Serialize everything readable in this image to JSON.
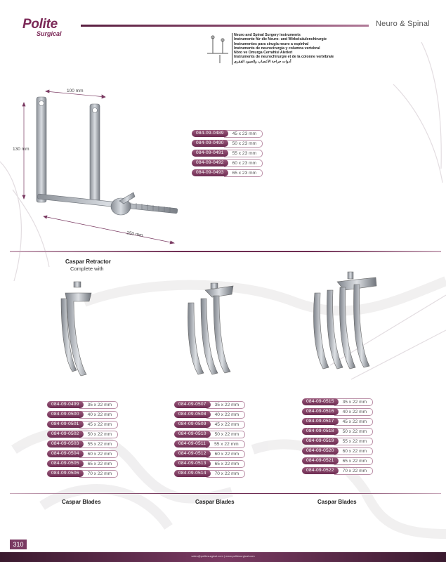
{
  "header": {
    "brand": "Polite",
    "brand_sub": "Surgical",
    "section": "Neuro & Spinal"
  },
  "multilingual": [
    "Neuro and Spinal Surgery instruments",
    "Instrumente für die Neuro- und Wirbelsäulenchirurgie",
    "Instrumentos para cirugía neuro a espinhal",
    "Instruments de neurocirurgia y columna vertebral",
    "Nöro ve Omurga Cerrahisi Aletleri",
    "Instruments de neurochirurgie et de la colonne vertébrale",
    "أدوات جراحة الأعصاب والعمود الفقري"
  ],
  "retractor": {
    "dim_width": "100 mm",
    "dim_height": "130 mm",
    "dim_length": "150 mm",
    "codes": [
      {
        "code": "084-09-0489",
        "size": "45 x 23 mm"
      },
      {
        "code": "084-09-0490",
        "size": "50 x 23 mm"
      },
      {
        "code": "084-09-0491",
        "size": "55 x 23 mm"
      },
      {
        "code": "084-09-0492",
        "size": "60 x 23 mm"
      },
      {
        "code": "084-09-0493",
        "size": "65 x 23 mm"
      }
    ]
  },
  "blades_section": {
    "title": "Caspar Retractor",
    "subtitle": "Complete with"
  },
  "blade_groups": [
    {
      "caption": "Caspar Blades",
      "codes": [
        {
          "code": "084-09-0499",
          "size": "35 x 22 mm"
        },
        {
          "code": "084-09-0500",
          "size": "40 x 22 mm"
        },
        {
          "code": "084-09-0501",
          "size": "45 x 22 mm"
        },
        {
          "code": "084-09-0502",
          "size": "50 x 22 mm"
        },
        {
          "code": "084-09-0503",
          "size": "55 x 22 mm"
        },
        {
          "code": "084-09-0504",
          "size": "60 x 22 mm"
        },
        {
          "code": "084-09-0505",
          "size": "65 x 22 mm"
        },
        {
          "code": "084-09-0506",
          "size": "70 x 22 mm"
        }
      ]
    },
    {
      "caption": "Caspar Blades",
      "codes": [
        {
          "code": "084-09-0507",
          "size": "35 x 22 mm"
        },
        {
          "code": "084-09-0508",
          "size": "40 x 22 mm"
        },
        {
          "code": "084-09-0509",
          "size": "45 x 22 mm"
        },
        {
          "code": "084-09-0510",
          "size": "50 x 22 mm"
        },
        {
          "code": "084-09-0511",
          "size": "55 x 22 mm"
        },
        {
          "code": "084-09-0512",
          "size": "60 x 22 mm"
        },
        {
          "code": "084-09-0513",
          "size": "65 x 22 mm"
        },
        {
          "code": "084-09-0514",
          "size": "70 x 22 mm"
        }
      ]
    },
    {
      "caption": "Caspar Blades",
      "codes": [
        {
          "code": "084-09-0515",
          "size": "35 x 22 mm"
        },
        {
          "code": "084-09-0516",
          "size": "40 x 22 mm"
        },
        {
          "code": "084-09-0517",
          "size": "45 x 22 mm"
        },
        {
          "code": "084-09-0518",
          "size": "50 x 22 mm"
        },
        {
          "code": "084-09-0519",
          "size": "55 x 22 mm"
        },
        {
          "code": "084-09-0520",
          "size": "60 x 22 mm"
        },
        {
          "code": "084-09-0521",
          "size": "65 x 22 mm"
        },
        {
          "code": "084-09-0522",
          "size": "70 x 22 mm"
        }
      ]
    }
  ],
  "footer": {
    "page_number": "310",
    "contact": "sales@politesurgical.com | www.politesurgical.com"
  }
}
